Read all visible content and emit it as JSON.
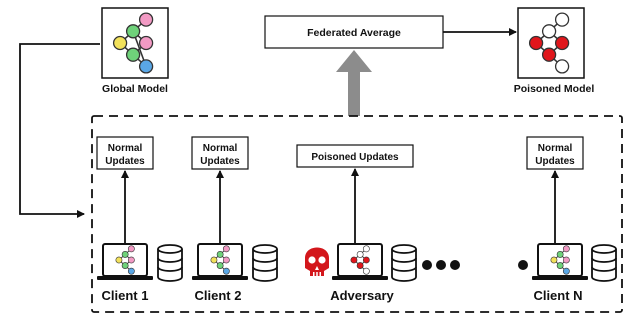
{
  "global_model": {
    "label": "Global Model"
  },
  "federated_average": {
    "label": "Federated Average"
  },
  "poisoned_model": {
    "label": "Poisoned Model"
  },
  "update_boxes": [
    {
      "line1": "Normal",
      "line2": "Updates"
    },
    {
      "line1": "Normal",
      "line2": "Updates"
    },
    {
      "line1": "Poisoned Updates",
      "line2": ""
    },
    {
      "line1": "Normal",
      "line2": "Updates"
    }
  ],
  "clients": [
    {
      "label": "Client 1"
    },
    {
      "label": "Client 2"
    },
    {
      "label": "Adversary"
    },
    {
      "label": "Client N"
    }
  ],
  "colors": {
    "node_yellow": "#f2e15b",
    "node_green": "#6fd27a",
    "node_pink": "#f29ac4",
    "node_blue": "#5aa7e6",
    "node_red": "#e0161b",
    "big_arrow": "#8c8c8c"
  },
  "icons": {
    "global_model": "neural-network-icon",
    "poisoned_model": "poisoned-neural-network-icon",
    "client_device": "laptop-icon",
    "client_storage": "database-icon",
    "adversary": "skull-icon",
    "ellipsis": "ellipsis-dots-icon"
  }
}
